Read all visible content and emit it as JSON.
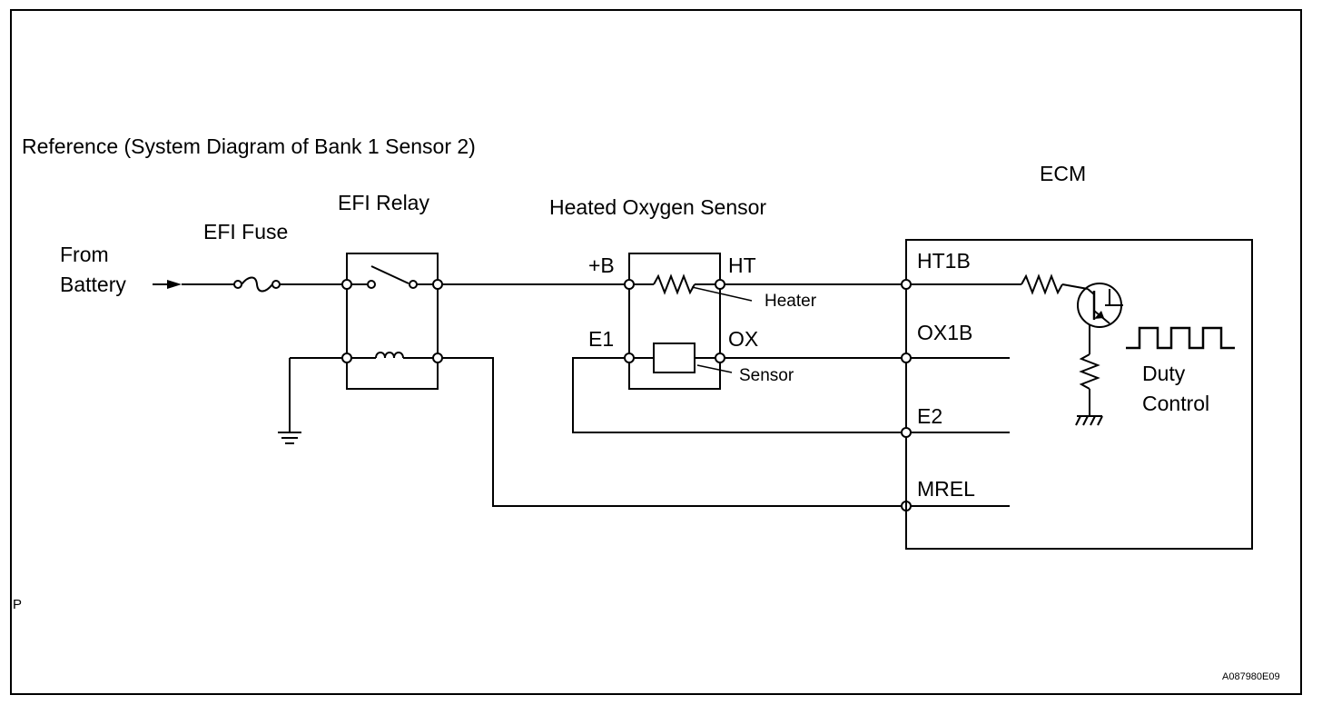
{
  "title": "Reference (System Diagram of Bank 1 Sensor 2)",
  "source": {
    "line1": "From",
    "line2": "Battery"
  },
  "fuse_label": "EFI Fuse",
  "relay_label": "EFI Relay",
  "sensor_label": "Heated Oxygen Sensor",
  "ecm_label": "ECM",
  "sensor_pins": {
    "plus_b": "+B",
    "ht": "HT",
    "e1": "E1",
    "ox": "OX"
  },
  "sensor_parts": {
    "heater": "Heater",
    "sensor": "Sensor"
  },
  "ecm_pins": {
    "ht1b": "HT1B",
    "ox1b": "OX1B",
    "e2": "E2",
    "mrel": "MREL"
  },
  "duty": {
    "line1": "Duty",
    "line2": "Control"
  },
  "corner_mark": "P",
  "figure_code": "A087980E09"
}
